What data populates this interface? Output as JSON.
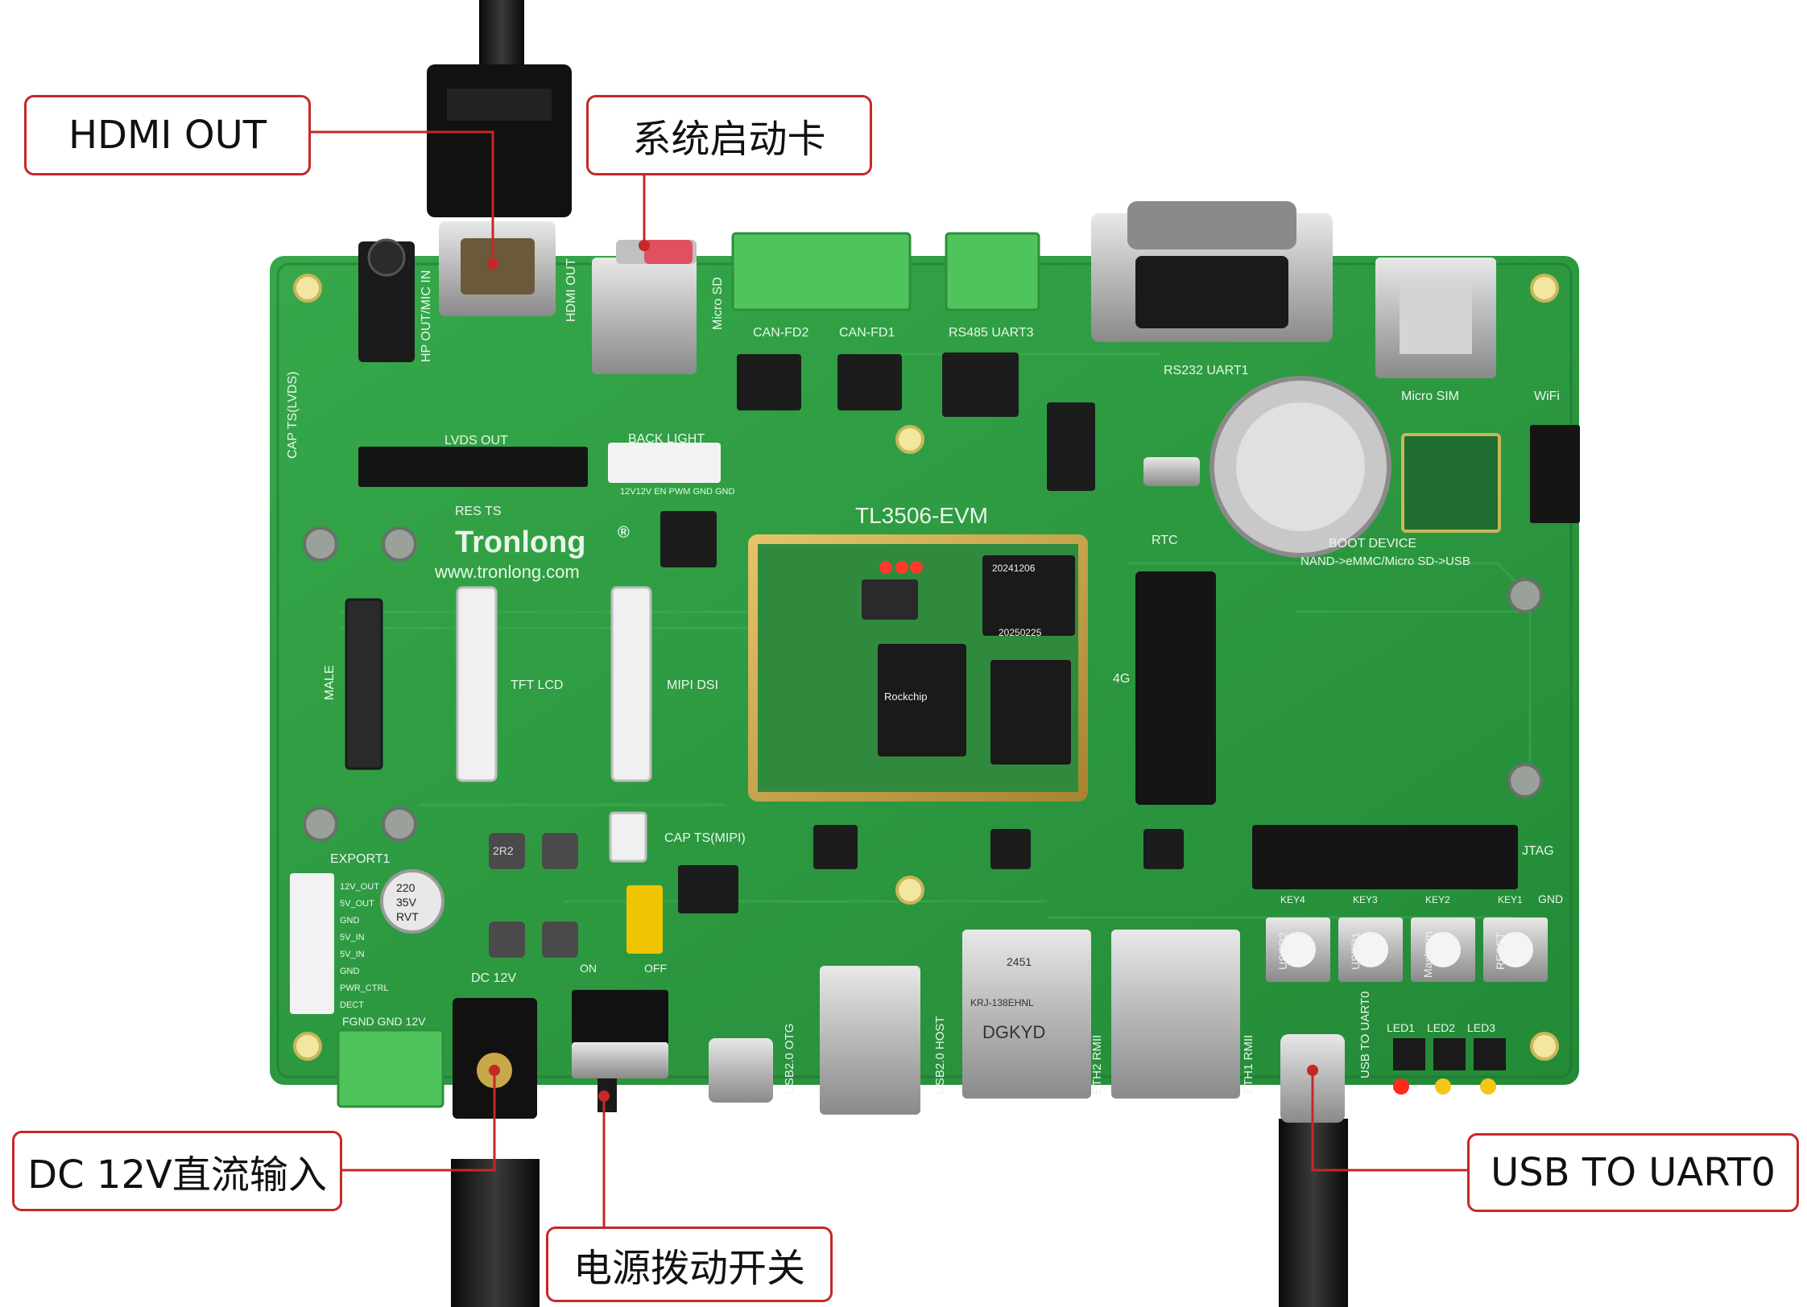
{
  "colors": {
    "callout_border": "#c62828",
    "pcb_green": "#2f9a42",
    "pcb_dark": "#1f7a32",
    "silkscreen": "#e8f5e9",
    "terminal_green": "#4fc35c"
  },
  "callouts": {
    "hdmi_out": "HDMI OUT",
    "boot_card": "系统启动卡",
    "dc_input": "DC 12V直流输入",
    "power_switch": "电源拨动开关",
    "usb_uart": "USB TO UART0"
  },
  "board": {
    "brand": "Tronlong",
    "brand_mark": "®",
    "website": "www.tronlong.com",
    "model": "TL3506-EVM",
    "silkscreen": {
      "can_fd2": "CAN-FD2",
      "can_fd1": "CAN-FD1",
      "rs485_uart3": "RS485 UART3",
      "rs232_uart1": "RS232 UART1",
      "micro_sim": "Micro SIM",
      "wifi": "WiFi",
      "lvds_out": "LVDS OUT",
      "back_light": "BACK LIGHT",
      "res_ts": "RES TS",
      "cap_ts_lvds": "CAP TS(LVDS)",
      "hp_out_mic_in": "HP OUT/MIC IN",
      "hdmi_out": "HDMI OUT",
      "micro_sd": "Micro SD",
      "rtc": "RTC",
      "boot_device": "BOOT DEVICE",
      "boot_modes": "NAND->eMMC/Micro SD->USB",
      "tft_lcd": "TFT LCD",
      "mipi_dsi": "MIPI DSI",
      "cap_ts_mipi": "CAP TS(MIPI)",
      "export1": "EXPORT1",
      "male": "MALE",
      "gnd": "GND",
      "four_g": "4G",
      "jtag": "JTAG",
      "dc_12v": "DC 12V",
      "fgnd_gnd_12v": "FGND GND 12V",
      "on": "ON",
      "off": "OFF",
      "usb2_0_otg": "USB2.0 OTG",
      "usb2_0_host": "USB2.0 HOST",
      "eth2_rmii": "ETH2 RMII",
      "eth1_rmii": "ETH1 RMII",
      "usb_to_uart0": "USB TO UART0",
      "led1": "LED1",
      "led2": "LED2",
      "led3": "LED3",
      "key4": "KEY4",
      "key3": "KEY3",
      "key2": "KEY2",
      "key1": "KEY1",
      "user2": "USER2",
      "user1": "USER1",
      "maskrom": "Maskrom",
      "reset": "RESET",
      "som_chip_top": "20241206",
      "som_chip_bottom": "20250225",
      "soc_label": "Rockchip",
      "magjack_part": "KRJ-138EHNL",
      "magjack_brand": "DGKYD",
      "magjack_code": "2451",
      "cap_value": "220",
      "cap_voltage": "35V",
      "cap_series": "RVT",
      "inductor": "2R2",
      "pwr_pins": [
        "12V_OUT",
        "5V_OUT",
        "GND",
        "5V_IN",
        "5V_IN",
        "GND",
        "PWR_CTRL",
        "DECT"
      ],
      "pin_header": "12V12V EN PWM GND GND"
    }
  }
}
